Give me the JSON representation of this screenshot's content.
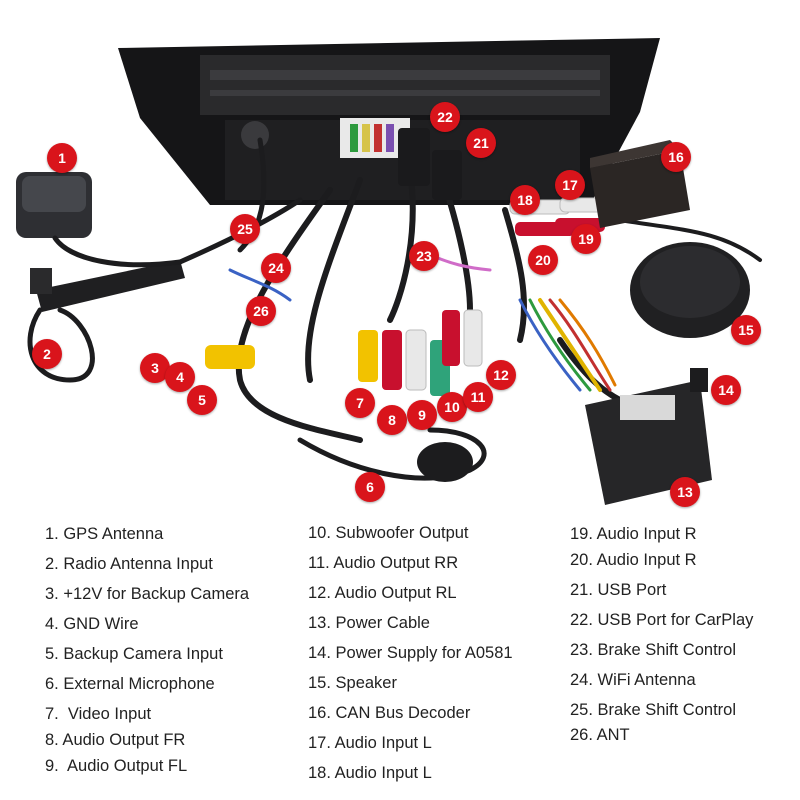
{
  "colors": {
    "marker_bg": "#d9141b",
    "marker_text": "#ffffff",
    "cable": "#1c1c1e",
    "rca_red": "#c8102e",
    "rca_white": "#e8e8e8",
    "rca_yellow": "#f2c200",
    "rca_green": "#2fa37a"
  },
  "icons": [
    "head-unit-back",
    "gps-antenna",
    "speaker-puck",
    "can-bus-decoder-box",
    "harness-connector",
    "usb-plug",
    "rca-plug",
    "microphone"
  ],
  "markers": [
    {
      "n": "1"
    },
    {
      "n": "2"
    },
    {
      "n": "3"
    },
    {
      "n": "4"
    },
    {
      "n": "5"
    },
    {
      "n": "6"
    },
    {
      "n": "7"
    },
    {
      "n": "8"
    },
    {
      "n": "9"
    },
    {
      "n": "10"
    },
    {
      "n": "11"
    },
    {
      "n": "12"
    },
    {
      "n": "13"
    },
    {
      "n": "14"
    },
    {
      "n": "15"
    },
    {
      "n": "16"
    },
    {
      "n": "17"
    },
    {
      "n": "18"
    },
    {
      "n": "19"
    },
    {
      "n": "20"
    },
    {
      "n": "21"
    },
    {
      "n": "22"
    },
    {
      "n": "23"
    },
    {
      "n": "24"
    },
    {
      "n": "25"
    },
    {
      "n": "26"
    }
  ],
  "legend": {
    "col1": [
      "1. GPS Antenna",
      "2. Radio Antenna Input",
      "3. +12V for Backup Camera",
      "4. GND Wire",
      "5. Backup Camera Input",
      "6. External Microphone",
      "7.  Video Input",
      "8. Audio Output FR",
      "9.  Audio Output FL"
    ],
    "col2": [
      "10. Subwoofer Output",
      "11. Audio Output RR",
      "12. Audio Output RL",
      "13. Power Cable",
      "14. Power Supply for A0581",
      "15. Speaker",
      "16. CAN Bus Decoder",
      "17. Audio Input L",
      "18. Audio Input L"
    ],
    "col3": [
      "19. Audio Input R",
      "20. Audio Input R",
      "21. USB Port",
      "22. USB Port for CarPlay",
      "23. Brake Shift Control",
      "24. WiFi Antenna",
      "25. Brake Shift Control",
      "26. ANT"
    ]
  }
}
